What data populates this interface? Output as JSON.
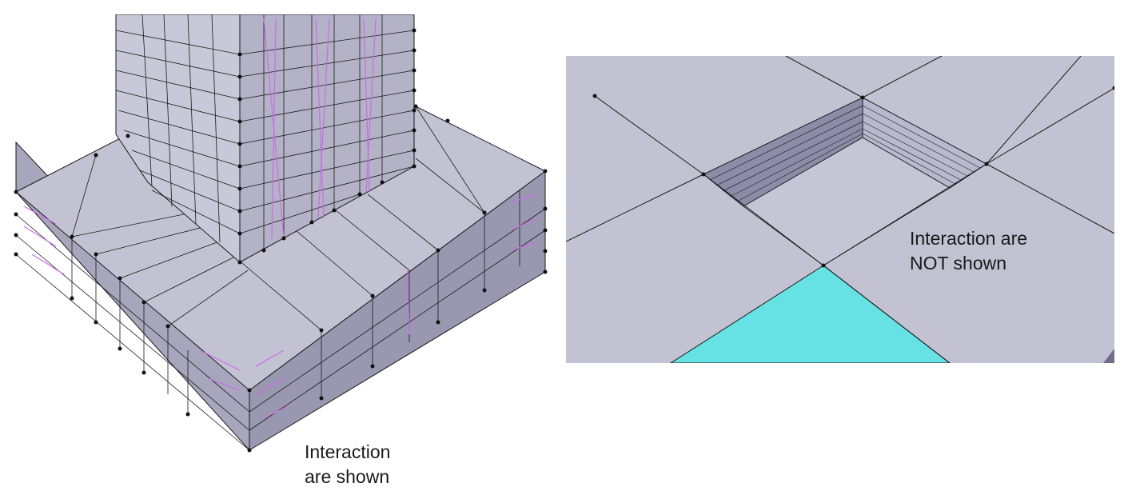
{
  "left_panel": {
    "caption_line1": "Interaction",
    "caption_line2": "are shown"
  },
  "right_panel": {
    "caption_line1": "Interaction are",
    "caption_line2": "NOT shown"
  },
  "colors": {
    "mesh_face": "#c3c2d2",
    "mesh_side": "#9d9bb3",
    "mesh_dark": "#8a88a3",
    "edge": "#1a1a1a",
    "interaction": "#c86ee6",
    "selected_face": "#66e2e4"
  }
}
